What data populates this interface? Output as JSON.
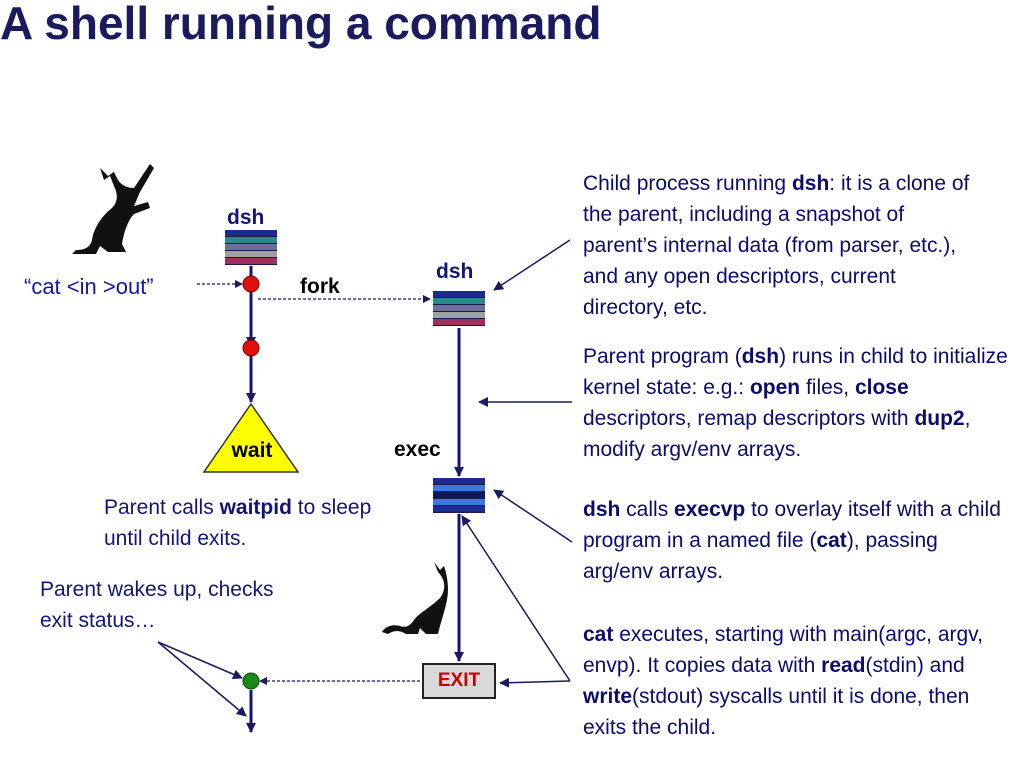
{
  "title": "A shell running a command",
  "labels": {
    "dsh_parent": "dsh",
    "dsh_child": "dsh",
    "fork": "fork",
    "exec": "exec",
    "wait": "wait",
    "exit": "EXIT",
    "command": "“cat <in >out”"
  },
  "notes": {
    "child_clone": [
      {
        "t": "Child process running "
      },
      {
        "t": "dsh",
        "b": true
      },
      {
        "t": ": it is a clone of the parent, including a snapshot of parent’s internal data (from parser, etc.), and any open descriptors, current directory, etc."
      }
    ],
    "parent_program": [
      {
        "t": "Parent program ("
      },
      {
        "t": "dsh",
        "b": true
      },
      {
        "t": ") runs in child to initialize kernel state: e.g.: "
      },
      {
        "t": "open",
        "b": true
      },
      {
        "t": " files, "
      },
      {
        "t": "close",
        "b": true
      },
      {
        "t": " descriptors, remap descriptors with "
      },
      {
        "t": "dup2",
        "b": true
      },
      {
        "t": ", modify argv/env arrays."
      }
    ],
    "execvp": [
      {
        "t": "dsh",
        "b": true
      },
      {
        "t": " calls "
      },
      {
        "t": "execvp",
        "b": true
      },
      {
        "t": " to overlay itself with a child program in a named file ("
      },
      {
        "t": "cat",
        "b": true
      },
      {
        "t": "), passing arg/env arrays."
      }
    ],
    "cat_executes": [
      {
        "t": "cat",
        "b": true
      },
      {
        "t": " executes, starting with main(argc, argv, envp).  It copies data with "
      },
      {
        "t": "read",
        "b": true
      },
      {
        "t": "(stdin) and "
      },
      {
        "t": "write",
        "b": true
      },
      {
        "t": "(stdout) syscalls until it is done, then exits the child."
      }
    ],
    "waitpid": [
      {
        "t": "Parent  calls "
      },
      {
        "t": "waitpid",
        "b": true
      },
      {
        "t": " to sleep until child exits."
      }
    ],
    "wakes_up": [
      {
        "t": "Parent wakes up, checks exit status…"
      }
    ]
  },
  "colors": {
    "stack": [
      "#1e2a8c",
      "#2a8a8a",
      "#6e6e9a",
      "#a0a0a0",
      "#a03060"
    ],
    "stack_exec": [
      "#1e2a8c",
      "#3a7ae0",
      "#0e1a5e",
      "#3a7ae0",
      "#1e2a8c"
    ],
    "wait_fill": "#ffff00",
    "dot_red": "#e01010",
    "dot_green": "#1a8a1a",
    "exit_text": "#cc0000"
  }
}
